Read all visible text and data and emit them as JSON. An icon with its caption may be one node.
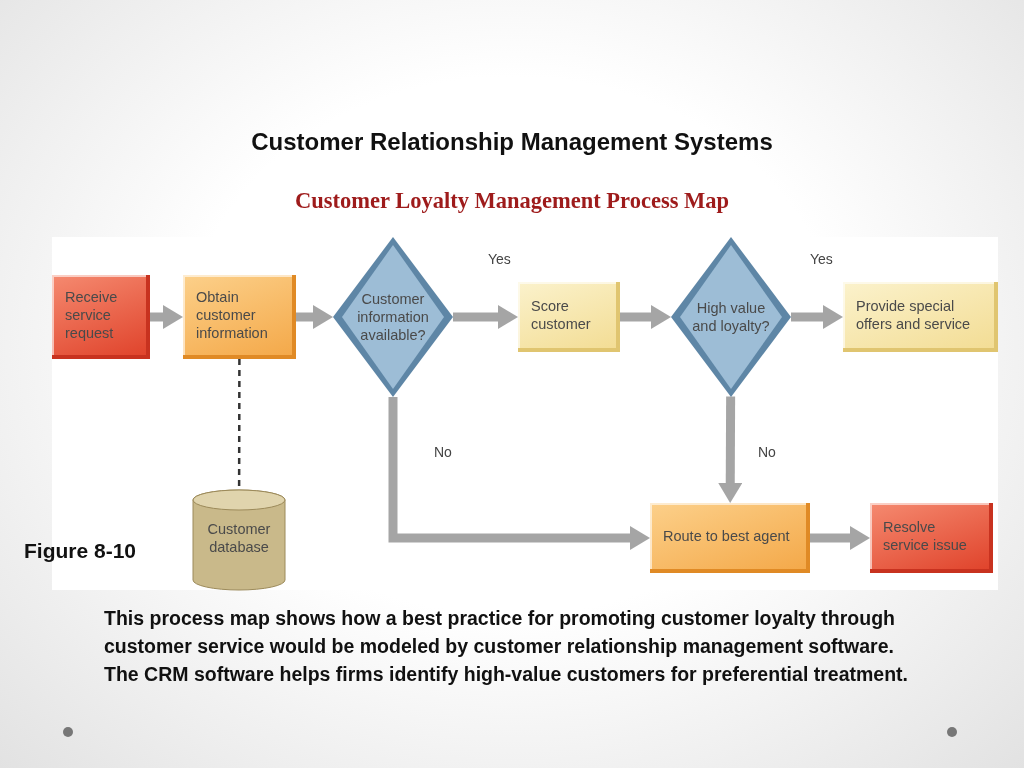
{
  "diagram": {
    "title": "Customer Relationship Management Systems",
    "caption": "This process map shows how a best practice for promoting customer loyalty through customer service would be modeled by customer relationship management software. The CRM software helps firms identify high-value customers for preferential treatment.",
    "nodes": [
      {
        "text": [
          "Receive service request"
        ]
      },
      {
        "text": [
          "Obtain customer information"
        ]
      },
      {
        "text": [
          "Customer information available?"
        ]
      },
      {
        "text": [
          "Score customer"
        ]
      },
      {
        "text": [
          "High value and loyalty?"
        ]
      },
      {
        "text": [
          "Provide special offers and service"
        ]
      },
      {
        "text": [
          "Customer database"
        ]
      },
      {
        "text": [
          "Route to best agent"
        ]
      },
      {
        "text": [
          "Resolve service issue"
        ]
      }
    ],
    "edges": [
      {
        "from": 0,
        "to": 1,
        "arrow": "to"
      },
      {
        "from": 1,
        "to": 2,
        "arrow": "to"
      },
      {
        "from": 2,
        "to": 3,
        "arrow": "to",
        "label": "Yes"
      },
      {
        "from": 3,
        "to": 4,
        "arrow": "to"
      },
      {
        "from": 4,
        "to": 5,
        "arrow": "to",
        "label": "Yes"
      },
      {
        "from": 1,
        "to": 6,
        "arrow": "none",
        "style": "dashed",
        "color": "#333333"
      },
      {
        "from": 2,
        "to": 7,
        "arrow": "to",
        "label": "No"
      },
      {
        "from": 4,
        "to": 7,
        "arrow": "to",
        "label": "No"
      },
      {
        "from": 7,
        "to": 8,
        "arrow": "to"
      }
    ],
    "labels": [
      "Customer Loyalty Management Process Map",
      "Figure 8-10"
    ]
  }
}
